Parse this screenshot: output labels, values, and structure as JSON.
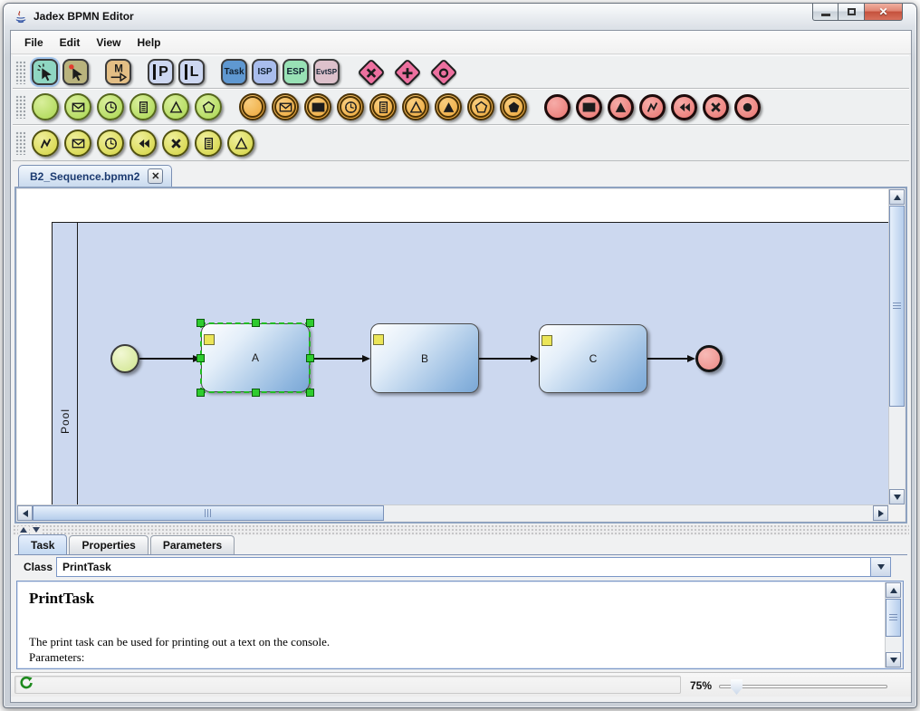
{
  "window": {
    "title": "Jadex BPMN Editor",
    "controls": {
      "minimize": "minimize",
      "maximize": "maximize",
      "close_glyph": "✕"
    }
  },
  "menu": {
    "items": [
      "File",
      "Edit",
      "View",
      "Help"
    ]
  },
  "toolbars": {
    "row1": [
      {
        "name": "select-tool",
        "type": "tool",
        "icon": "cursor-click-icon",
        "bg": "#8fd6c2",
        "selected": true
      },
      {
        "name": "edge-draw-tool",
        "type": "tool",
        "icon": "cursor-point-icon",
        "bg": "#b9b37d"
      },
      {
        "name": "message-edge-tool",
        "type": "tool",
        "icon": "m-arrow-icon",
        "bg": "#e3be85",
        "gap": true
      },
      {
        "name": "pool-tool",
        "type": "letter",
        "label": "P",
        "bg": "#cdd7f1",
        "gap": true
      },
      {
        "name": "lane-tool",
        "type": "letter",
        "label": "L",
        "bg": "#cdd7f1"
      },
      {
        "name": "task-tool",
        "type": "badge",
        "label": "Task",
        "bg": "#5f98d1",
        "gap": true
      },
      {
        "name": "internal-subprocess-tool",
        "type": "badge",
        "label": "ISP",
        "bg": "#a9bded"
      },
      {
        "name": "external-subprocess-tool",
        "type": "badge",
        "label": "ESP",
        "bg": "#98e1b5"
      },
      {
        "name": "event-subprocess-tool",
        "type": "badge",
        "label": "EvtSP",
        "bg": "#ddc1cb"
      },
      {
        "name": "xor-gateway-tool",
        "type": "diamond",
        "icon": "cross-icon",
        "gap": true
      },
      {
        "name": "parallel-gateway-tool",
        "type": "diamond",
        "icon": "plus-icon"
      },
      {
        "name": "inclusive-gateway-tool",
        "type": "diamond",
        "icon": "ring-icon"
      }
    ],
    "row2": [
      {
        "name": "start-event",
        "family": "green",
        "icon": "none"
      },
      {
        "name": "start-message-event",
        "family": "green",
        "icon": "envelope-icon"
      },
      {
        "name": "start-timer-event",
        "family": "green",
        "icon": "clock-icon"
      },
      {
        "name": "start-rule-event",
        "family": "green",
        "icon": "page-icon"
      },
      {
        "name": "start-signal-event",
        "family": "green",
        "icon": "triangle-icon"
      },
      {
        "name": "start-multiple-event",
        "family": "green",
        "icon": "pentagon-icon"
      },
      {
        "name": "intermediate-event",
        "family": "orange",
        "icon": "none",
        "gap": true
      },
      {
        "name": "intermediate-message-catch-event",
        "family": "orange",
        "icon": "envelope-icon"
      },
      {
        "name": "intermediate-message-throw-event",
        "family": "orange",
        "icon": "envelope-filled-icon"
      },
      {
        "name": "intermediate-timer-event",
        "family": "orange",
        "icon": "clock-icon"
      },
      {
        "name": "intermediate-rule-event",
        "family": "orange",
        "icon": "page-icon"
      },
      {
        "name": "intermediate-signal-catch-event",
        "family": "orange",
        "icon": "triangle-icon"
      },
      {
        "name": "intermediate-signal-throw-event",
        "family": "orange",
        "icon": "triangle-filled-icon"
      },
      {
        "name": "intermediate-multiple-catch-event",
        "family": "orange",
        "icon": "pentagon-icon"
      },
      {
        "name": "intermediate-multiple-throw-event",
        "family": "orange",
        "icon": "pentagon-filled-icon"
      },
      {
        "name": "end-event",
        "family": "red",
        "icon": "none",
        "gap": true
      },
      {
        "name": "end-message-event",
        "family": "red",
        "icon": "envelope-filled-icon"
      },
      {
        "name": "end-signal-event",
        "family": "red",
        "icon": "triangle-filled-icon"
      },
      {
        "name": "end-error-event",
        "family": "red",
        "icon": "error-zigzag-icon"
      },
      {
        "name": "end-compensation-event",
        "family": "red",
        "icon": "rewind-icon"
      },
      {
        "name": "end-cancel-event",
        "family": "red",
        "icon": "cross-icon"
      },
      {
        "name": "end-terminate-event",
        "family": "red",
        "icon": "dot-icon"
      }
    ],
    "row3": [
      {
        "name": "boundary-error-event",
        "family": "yellow",
        "icon": "error-zigzag-icon"
      },
      {
        "name": "boundary-message-event",
        "family": "yellow",
        "icon": "envelope-icon"
      },
      {
        "name": "boundary-timer-event",
        "family": "yellow",
        "icon": "clock-icon"
      },
      {
        "name": "boundary-compensation-event",
        "family": "yellow",
        "icon": "rewind-icon"
      },
      {
        "name": "boundary-cancel-event",
        "family": "yellow",
        "icon": "cross-icon"
      },
      {
        "name": "boundary-rule-event",
        "family": "yellow",
        "icon": "page-icon"
      },
      {
        "name": "boundary-signal-event",
        "family": "yellow",
        "icon": "triangle-icon"
      }
    ]
  },
  "doc_tab": {
    "label": "B2_Sequence.bpmn2",
    "close_glyph": "✕"
  },
  "canvas": {
    "pool_label": "Pool",
    "task_a": "A",
    "task_b": "B",
    "task_c": "C"
  },
  "bottom": {
    "tabs": [
      {
        "name": "tab-task",
        "label": "Task",
        "selected": true
      },
      {
        "name": "tab-properties",
        "label": "Properties",
        "selected": false
      },
      {
        "name": "tab-parameters",
        "label": "Parameters",
        "selected": false
      }
    ],
    "class_label": "Class",
    "class_value": "PrintTask",
    "doc_heading": "PrintTask",
    "doc_line1": "The print task can be used for printing out a text on the console.",
    "doc_line2": "Parameters:"
  },
  "status": {
    "zoom_label": "75%"
  },
  "colors": {
    "pool_fill": "#ccd8ef",
    "task_gradient_end": "#7aa7d5",
    "selection_green": "#2ecc2e",
    "accent_blue": "#7a96c6"
  }
}
